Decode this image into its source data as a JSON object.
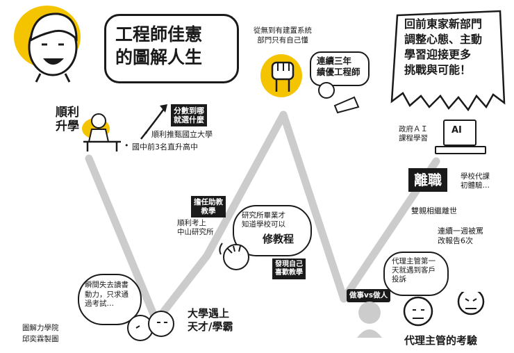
{
  "title": "工程師佳憲\n的圖解人生",
  "credit": {
    "line1": "圖解力學院",
    "line2": "邱奕霖製圖"
  },
  "stages": {
    "school": {
      "label": "順利\n升學",
      "arrow_tag": "分數到哪\n就選什麼",
      "note1": "順利推甄國立大學",
      "note2": "國中前3名直升高中"
    },
    "university": {
      "bubble": "瞬間失去讀書\n動力，只求通\n過考試…",
      "label": "大學遇上\n天才/學霸"
    },
    "grad": {
      "tag": "擔任助教\n教學",
      "note": "順利考上\n中山研究所",
      "bubble_line1": "研究所畢業才\n知道學校可以",
      "bubble_line2": "修教程",
      "tag2": "發現自己\n喜歡教學"
    },
    "peak": {
      "note": "從無到有建置系統\n部門只有自己懂",
      "bubble": "連續三年\n績優工程師"
    },
    "manager": {
      "tag": "做事vs做人",
      "bubble": "代理主管第一\n天就遇到客戶\n投訴",
      "label": "代理主管的考驗"
    },
    "resign": {
      "tag": "離職",
      "note1": "學校代課\n初體驗…",
      "note2": "雙親相繼離世",
      "note3": "連續一週被罵\n改報告6次"
    },
    "now": {
      "bubble": "回前東家新部門\n調整心態、主動\n學習迎接更多\n挑戰與可能！",
      "note": "政府ＡＩ\n課程學習",
      "laptop": "AI"
    }
  },
  "colors": {
    "accent": "#f5c400",
    "ink": "#1a1a1a",
    "path": "#cccccc"
  }
}
